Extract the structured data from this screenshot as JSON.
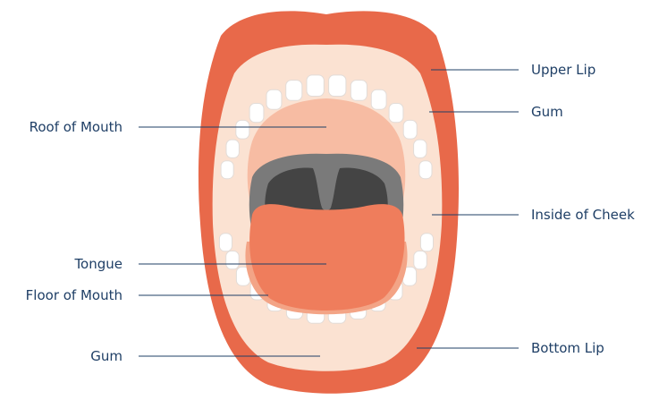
{
  "labels": {
    "upper_lip": "Upper Lip",
    "gum_upper": "Gum",
    "roof_of_mouth": "Roof of Mouth",
    "inside_of_cheek": "Inside of Cheek",
    "tongue": "Tongue",
    "floor_of_mouth": "Floor of Mouth",
    "gum_lower": "Gum",
    "bottom_lip": "Bottom Lip"
  },
  "colors": {
    "lip": "#e8694a",
    "gum": "#fbe2d2",
    "palate": "#f7bca3",
    "tooth": "#ffffff",
    "tooth_outline": "#e2dcd8",
    "throat_dark": "#444444",
    "throat_mid": "#7a7a7a",
    "tongue": "#ef7d5c",
    "floor": "#f3a486",
    "leader": "#1f3f66",
    "text": "#1f3f66"
  }
}
